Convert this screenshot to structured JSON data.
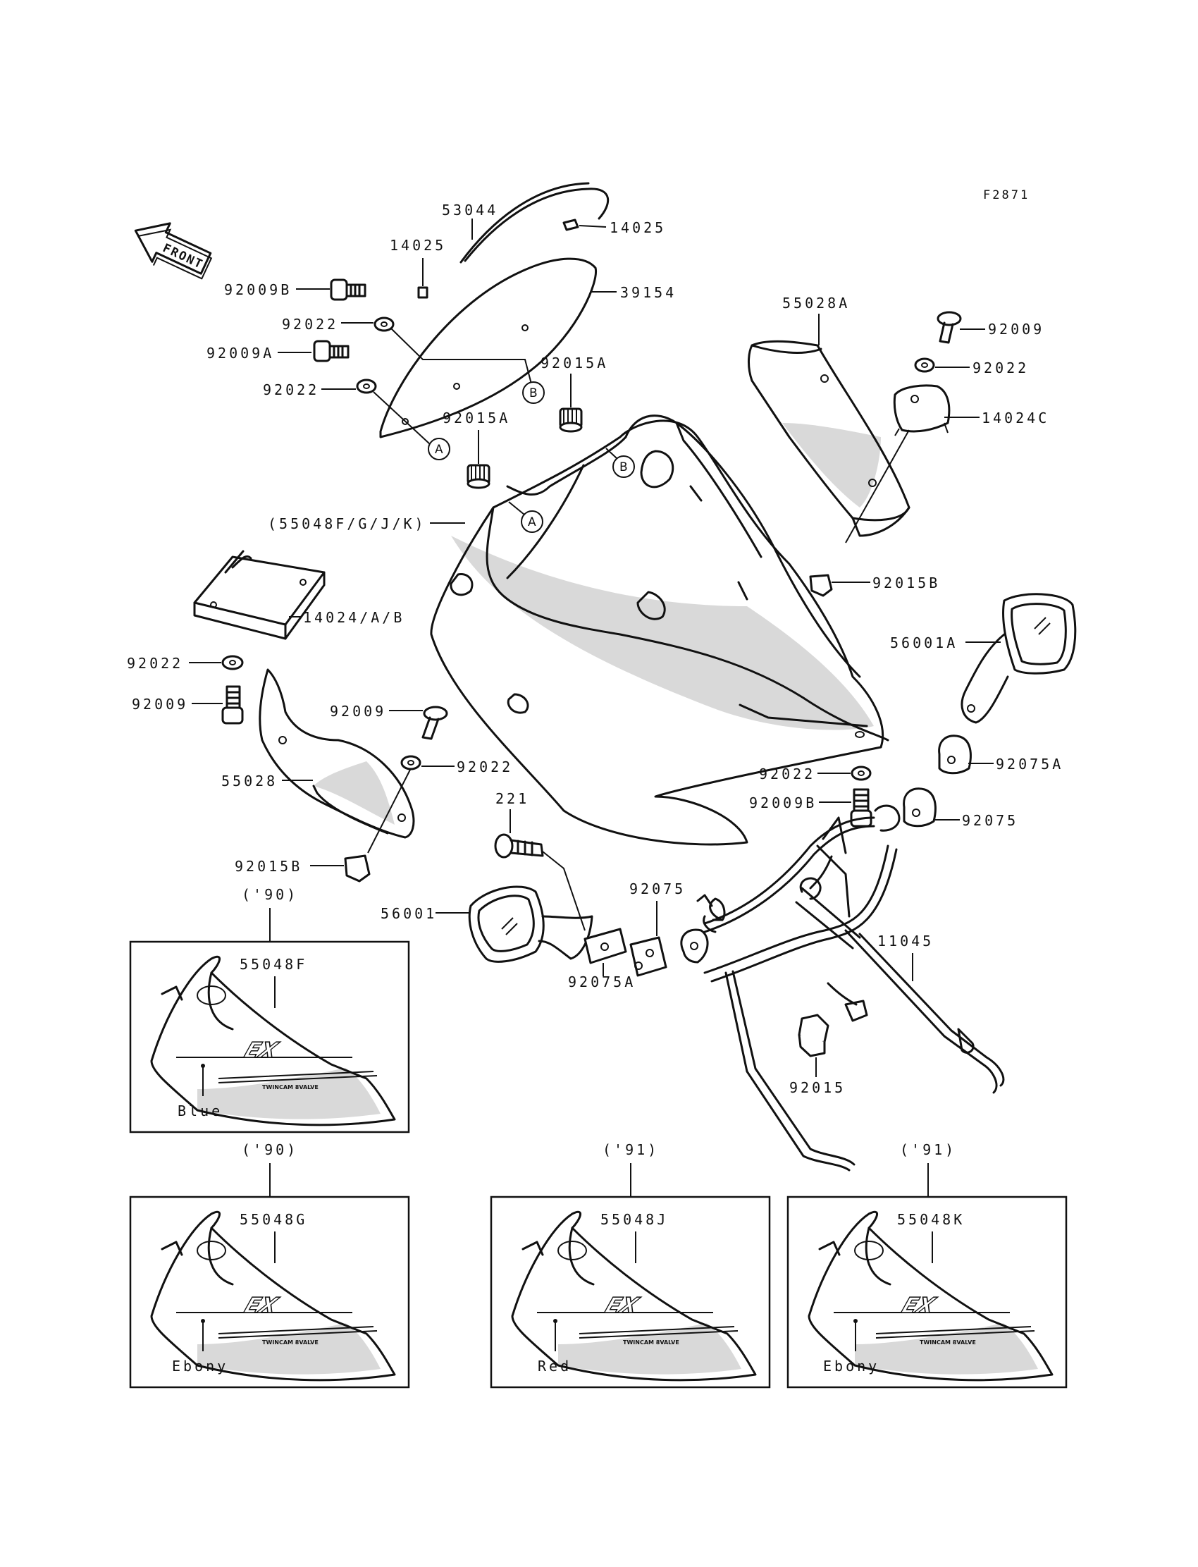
{
  "figure_code": "F2871",
  "front_arrow_label": "FRONT",
  "callouts": {
    "a": "A",
    "b": "B"
  },
  "parts": {
    "p53044": "53044",
    "p14025_right": "14025",
    "p14025_left": "14025",
    "p92009B_top": "92009B",
    "p39154": "39154",
    "p92022_1": "92022",
    "p92009A": "92009A",
    "p92015A_1": "92015A",
    "p92022_2": "92022",
    "p92015A_2": "92015A",
    "p55048FGJK": "(55048F/G/J/K)",
    "p55028A": "55028A",
    "p92009_right": "92009",
    "p92022_right": "92022",
    "p14024C": "14024C",
    "p92015B_right": "92015B",
    "p56001A": "56001A",
    "p14024AB": "14024/A/B",
    "p92022_left": "92022",
    "p92009_left": "92009",
    "p92009_mid": "92009",
    "p92022_mid": "92022",
    "p55028": "55028",
    "p221": "221",
    "p92022_lowright": "92022",
    "p92075A_right": "92075A",
    "p92009B_low": "92009B",
    "p92075_right": "92075",
    "p92015B_left": "92015B",
    "p56001": "56001",
    "p92075_mid": "92075",
    "p11045": "11045",
    "p92075A_mid": "92075A",
    "p92015": "92015"
  },
  "variants": [
    {
      "year": "('90)",
      "part": "55048F",
      "color": "Blue"
    },
    {
      "year": "('90)",
      "part": "55048G",
      "color": "Ebony"
    },
    {
      "year": "('91)",
      "part": "55048J",
      "color": "Red"
    },
    {
      "year": "('91)",
      "part": "55048K",
      "color": "Ebony"
    }
  ],
  "decal_text": {
    "logo": "EX",
    "tagline": "TWINCAM 8VALVE"
  }
}
